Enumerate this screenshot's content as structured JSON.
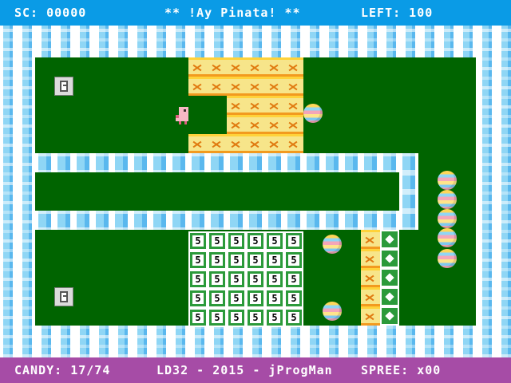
{
  "hud": {
    "score": "SC: 00000",
    "title": "** !Ay Pinata! **",
    "left": "LEFT: 100",
    "candy": "CANDY: 17/74",
    "credit": "LD32 - 2015 - jProgMan",
    "spree": "SPREE: x00"
  },
  "colors": {
    "top_bar": "#0a9be6",
    "bottom_bar": "#a64ca6",
    "grass": "#006400",
    "wall_light": "#8fd6f5",
    "wall_mid": "#5ab8ee"
  },
  "icons": {
    "door": "exit-door-icon",
    "player": "pinata-player",
    "egg": "candy-egg",
    "block": "yellow-breakable-block",
    "money": "cash-candy-tile",
    "gem": "green-gem-tile"
  }
}
